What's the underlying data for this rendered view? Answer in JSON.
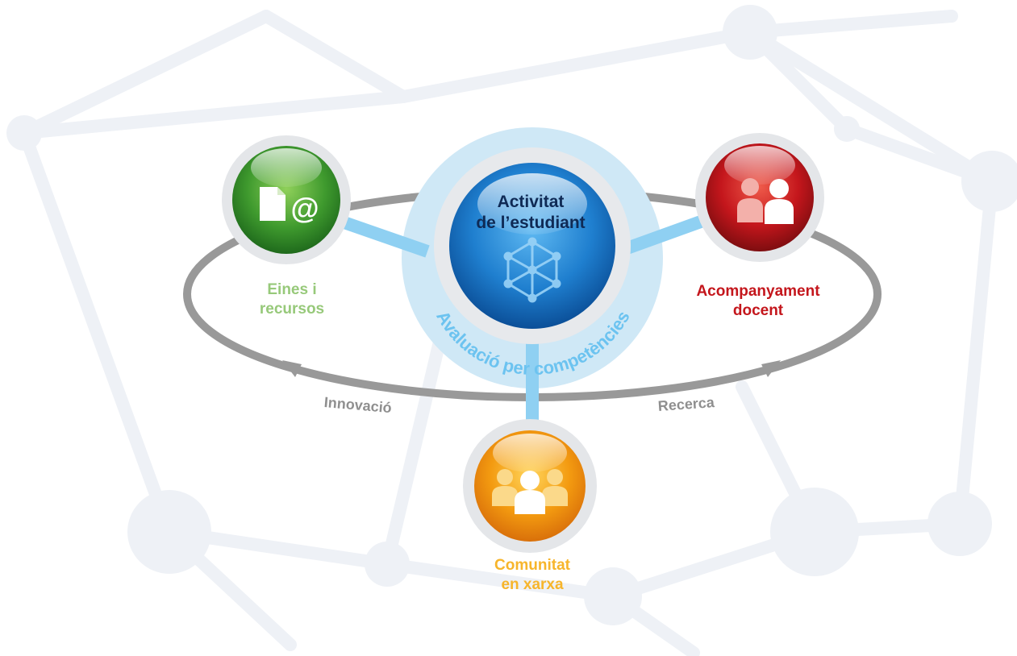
{
  "center": {
    "title_line1": "Activitat",
    "title_line2": "de l’estudiant",
    "ring_label": "Avaluació per competències"
  },
  "nodes": {
    "eines": {
      "line1": "Eines i",
      "line2": "recursos",
      "color": "#97c97a",
      "icon": "document-at-icon"
    },
    "acompanyament": {
      "line1": "Acompanyament",
      "line2": "docent",
      "color": "#c4161c",
      "icon": "people-pair-icon"
    },
    "comunitat": {
      "line1": "Comunitat",
      "line2": "en xarxa",
      "color": "#f7b52b",
      "icon": "people-group-icon"
    }
  },
  "orbit": {
    "left_label": "Innovació",
    "right_label": "Recerca",
    "color": "#999999"
  },
  "colors": {
    "center_blue": "#1f7fcf",
    "halo": "#cfe8f6",
    "connector": "#8fd0f2",
    "green": "#4ea63a",
    "red": "#c4161c",
    "orange": "#f39a10"
  }
}
